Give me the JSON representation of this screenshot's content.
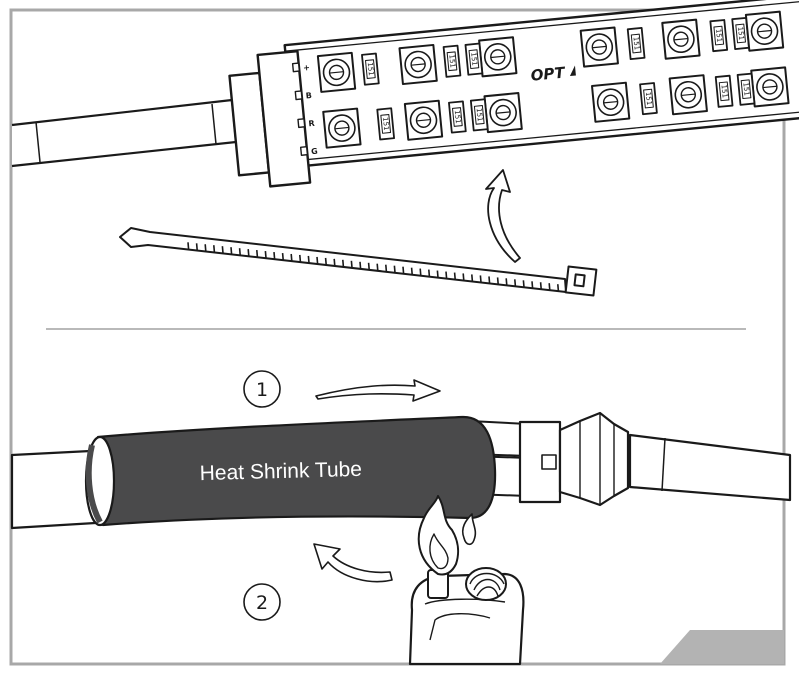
{
  "tube_label": "Heat Shrink Tube",
  "steps": [
    {
      "number": "1",
      "action": "slide-right"
    },
    {
      "number": "2",
      "action": "apply-heat"
    }
  ],
  "strip": {
    "brand_text": "OPT",
    "pin_labels": [
      "+",
      "B",
      "R",
      "G"
    ],
    "resistor_text": "151"
  },
  "colors": {
    "border": "#a8a8a8",
    "divider": "#b9b9b9",
    "line": "#1a1a1a",
    "tube_fill": "#4a4a4b",
    "tube_text": "#ffffff",
    "corner_tab": "#b3b3b3"
  }
}
